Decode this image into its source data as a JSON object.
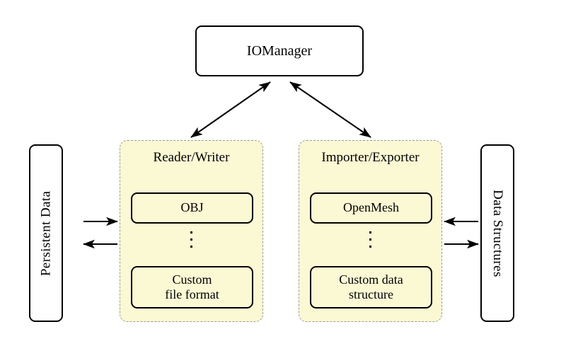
{
  "diagram": {
    "title": "IOManager architecture diagram",
    "colors": {
      "group_fill": "#fbf8d4",
      "group_border": "#9a9a9a",
      "node_border": "#000000",
      "node_fill": "#ffffff",
      "arrow": "#000000"
    },
    "manager": {
      "label": "IOManager"
    },
    "left_block": {
      "label": "Persistent Data"
    },
    "right_block": {
      "label": "Data Structures"
    },
    "groups": [
      {
        "id": "reader-writer",
        "title": "Reader/Writer",
        "items": [
          {
            "label": "OBJ"
          },
          {
            "label": "Custom\nfile format"
          }
        ],
        "ellipsis": "⋮"
      },
      {
        "id": "importer-exporter",
        "title": "Importer/Exporter",
        "items": [
          {
            "label": "OpenMesh"
          },
          {
            "label": "Custom data\nstructure"
          }
        ],
        "ellipsis": "⋮"
      }
    ],
    "connections": [
      {
        "name": "manager-to-reader-writer",
        "from": "IOManager",
        "to": "Reader/Writer",
        "style": "double-arrow"
      },
      {
        "name": "manager-to-importer-exporter",
        "from": "IOManager",
        "to": "Importer/Exporter",
        "style": "double-arrow"
      },
      {
        "name": "persistent-data-to-reader-writer",
        "from": "Persistent Data",
        "to": "Reader/Writer",
        "style": "single-arrow"
      },
      {
        "name": "reader-writer-to-persistent-data",
        "from": "Reader/Writer",
        "to": "Persistent Data",
        "style": "single-arrow"
      },
      {
        "name": "data-structures-to-importer-exporter",
        "from": "Data Structures",
        "to": "Importer/Exporter",
        "style": "single-arrow"
      },
      {
        "name": "importer-exporter-to-data-structures",
        "from": "Importer/Exporter",
        "to": "Data Structures",
        "style": "single-arrow"
      }
    ]
  }
}
